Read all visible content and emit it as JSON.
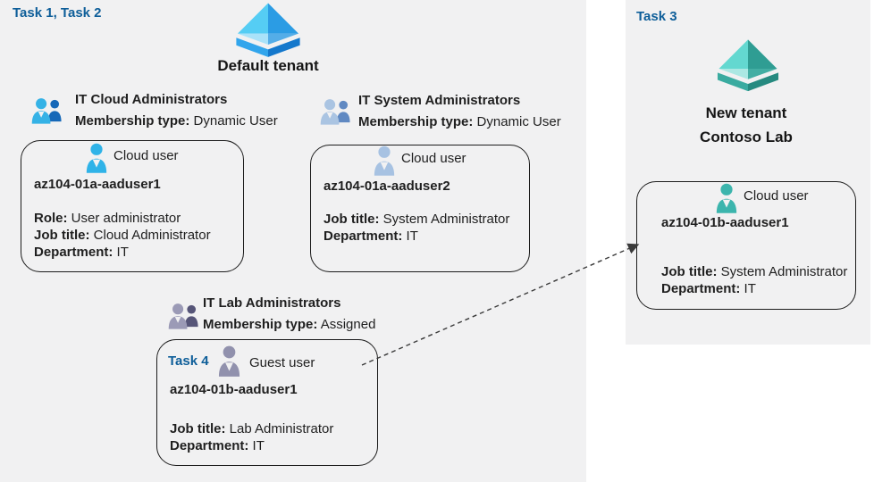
{
  "colors": {
    "canvas_bg": "#f1f1f2",
    "text": "#1f1f1f",
    "task_blue": "#0e5e99",
    "border": "#1c1c1c",
    "arrow": "#3a3a3a",
    "user_cyan": "#2fb3e8",
    "user_steel": "#a7c2e2",
    "user_guest": "#9191ad",
    "user_teal": "#3cb5ad",
    "group1_front": "#35b2e6",
    "group1_back": "#1668b8",
    "group2_front": "#aac4e2",
    "group2_back": "#6089c2",
    "group3_front": "#9b9ab6",
    "group3_back": "#565578",
    "aad_blue_ul": "#55cdf4",
    "aad_blue_ur": "#2b9ce4",
    "aad_blue_ll": "#a9e2f9",
    "aad_blue_lr": "#54ade8",
    "aad_blue_cl": "#31a5ec",
    "aad_blue_cr": "#1478cc",
    "aad_teal_ul": "#63d8d0",
    "aad_teal_ur": "#2f9d93",
    "aad_teal_ll": "#abe8e3",
    "aad_teal_lr": "#43aea3",
    "aad_teal_cl": "#3aaba0",
    "aad_teal_cr": "#268a80"
  },
  "left": {
    "task_label": "Task 1, Task 2",
    "tenant_name": "Default tenant",
    "groups": [
      {
        "title": "IT Cloud Administrators",
        "membership_label": "Membership type:",
        "membership_value": "Dynamic User"
      },
      {
        "title": "IT System Administrators",
        "membership_label": "Membership type:",
        "membership_value": "Dynamic User"
      },
      {
        "title": "IT Lab Administrators",
        "membership_label": "Membership type:",
        "membership_value": "Assigned"
      }
    ],
    "users": [
      {
        "type_label": "Cloud user",
        "name": "az104-01a-aaduser1",
        "fields": [
          {
            "label": "Role:",
            "value": "User administrator"
          },
          {
            "label": "Job title:",
            "value": "Cloud Administrator"
          },
          {
            "label": "Department:",
            "value": "IT"
          }
        ]
      },
      {
        "type_label": "Cloud user",
        "name": "az104-01a-aaduser2",
        "fields": [
          {
            "label": "Job title:",
            "value": "System Administrator"
          },
          {
            "label": "Department:",
            "value": "IT"
          }
        ]
      },
      {
        "task_label": "Task 4",
        "type_label": "Guest user",
        "name": "az104-01b-aaduser1",
        "fields": [
          {
            "label": "Job title:",
            "value": "Lab Administrator"
          },
          {
            "label": "Department:",
            "value": "IT"
          }
        ]
      }
    ]
  },
  "right": {
    "task_label": "Task 3",
    "tenant_line1": "New tenant",
    "tenant_line2": "Contoso Lab",
    "user": {
      "type_label": "Cloud user",
      "name": "az104-01b-aaduser1",
      "fields": [
        {
          "label": "Job title:",
          "value": "System Administrator"
        },
        {
          "label": "Department:",
          "value": "IT"
        }
      ]
    }
  }
}
